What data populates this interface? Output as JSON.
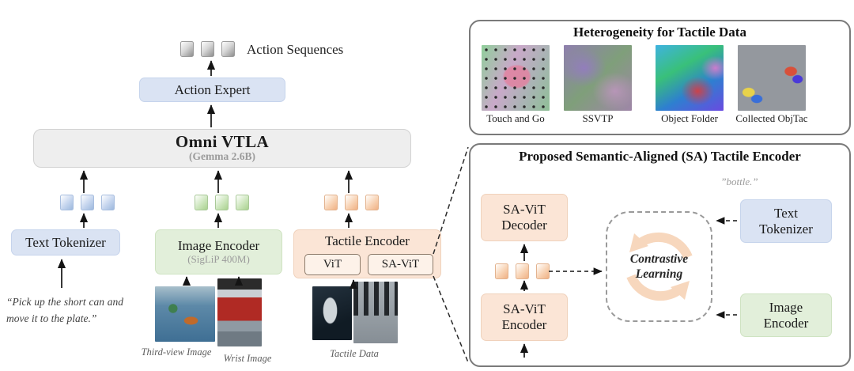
{
  "colors": {
    "blue_box": "#dae3f3",
    "green_box": "#e2efda",
    "orange_box": "#fbe5d6",
    "gray_box": "#eeeeee",
    "cycle_icon": "#f7d7bd"
  },
  "left": {
    "action_sequences": "Action Sequences",
    "action_expert": "Action Expert",
    "omni_vtla": "Omni VTLA",
    "omni_vtla_sub": "(Gemma 2.6B)",
    "text_tokenizer": "Text Tokenizer",
    "image_encoder": "Image Encoder",
    "image_encoder_sub": "(SigLiP 400M)",
    "tactile_encoder": "Tactile Encoder",
    "vit": "ViT",
    "sa_vit": "SA-ViT",
    "instruction_quote": "“Pick up the short can and move it to the plate.”",
    "third_view_label": "Third-view Image",
    "wrist_label": "Wrist Image",
    "tactile_label": "Tactile Data"
  },
  "heterogeneity_panel": {
    "title": "Heterogeneity for Tactile Data",
    "datasets": [
      {
        "label": "Touch and Go"
      },
      {
        "label": "SSVTP"
      },
      {
        "label": "Object Folder"
      },
      {
        "label": "Collected ObjTac"
      }
    ]
  },
  "sa_encoder_panel": {
    "title": "Proposed Semantic-Aligned (SA) Tactile Encoder",
    "text_sample": "”bottle.”",
    "sa_vit_decoder": "SA-ViT Decoder",
    "sa_vit_encoder": "SA-ViT Encoder",
    "contrastive_learning": "Contrastive Learning",
    "text_tokenizer": "Text Tokenizer",
    "image_encoder": "Image Encoder"
  }
}
